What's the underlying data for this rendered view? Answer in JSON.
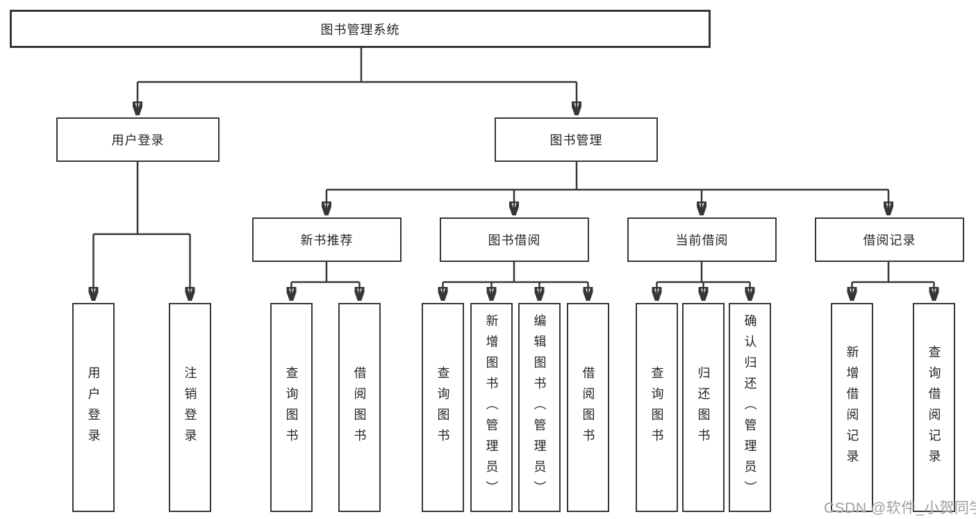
{
  "diagram": {
    "title": "图书管理系统",
    "branches": [
      {
        "label": "用户登录",
        "children": [
          {
            "label": "用户登录"
          },
          {
            "label": "注销登录"
          }
        ]
      },
      {
        "label": "图书管理",
        "children": [
          {
            "label": "新书推荐",
            "children": [
              {
                "label": "查询图书"
              },
              {
                "label": "借阅图书"
              }
            ]
          },
          {
            "label": "图书借阅",
            "children": [
              {
                "label": "查询图书"
              },
              {
                "label": "新增图书（管理员）"
              },
              {
                "label": "编辑图书（管理员）"
              },
              {
                "label": "借阅图书"
              }
            ]
          },
          {
            "label": "当前借阅",
            "children": [
              {
                "label": "查询图书"
              },
              {
                "label": "归还图书"
              },
              {
                "label": "确认归还（管理员）"
              }
            ]
          },
          {
            "label": "借阅记录",
            "children": [
              {
                "label": "新增借阅记录"
              },
              {
                "label": "查询借阅记录"
              }
            ]
          }
        ]
      }
    ]
  },
  "watermark": {
    "text": "CSDN @软件_小贺同学"
  },
  "colors": {
    "line": "#363636",
    "text": "#242424",
    "bg": "#ffffff",
    "watermark": "#9e9e9e"
  }
}
